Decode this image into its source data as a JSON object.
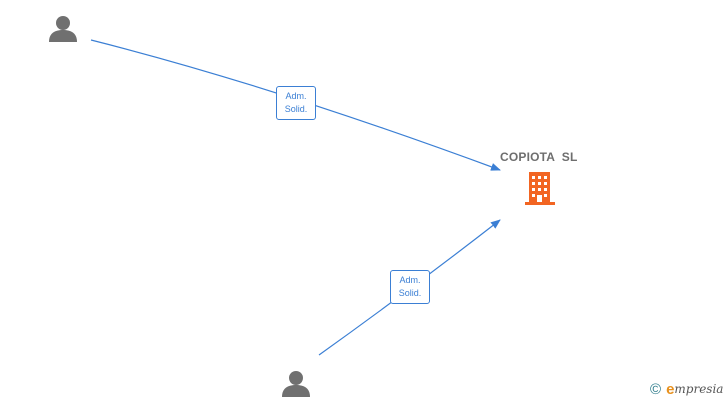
{
  "nodes": {
    "company": {
      "name": "COPIOTA  SL",
      "color": "#f26522"
    },
    "person_top": {
      "color": "#707070"
    },
    "person_bottom": {
      "color": "#707070"
    }
  },
  "edges": [
    {
      "from": "person_top",
      "to": "company",
      "label_line1": "Adm.",
      "label_line2": "Solid."
    },
    {
      "from": "person_bottom",
      "to": "company",
      "label_line1": "Adm.",
      "label_line2": "Solid."
    }
  ],
  "colors": {
    "edge": "#3b7fd4",
    "person": "#707070",
    "company": "#f26522"
  },
  "watermark": {
    "copyright": "©",
    "brand_initial": "e",
    "brand_rest": "mpresia"
  }
}
